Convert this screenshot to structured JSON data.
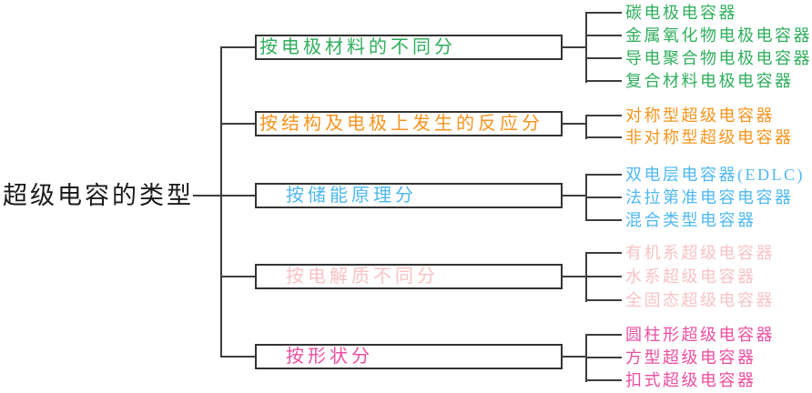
{
  "root": {
    "label": "超级电容的类型"
  },
  "branches": [
    {
      "label": "按电极材料的不同分",
      "color": "#2fae5c",
      "children": [
        "碳电极电容器",
        "金属氧化物电极电容器",
        "导电聚合物电极电容器",
        "复合材料电极电容器"
      ]
    },
    {
      "label": "按结构及电极上发生的反应分",
      "color": "#f7941e",
      "children": [
        "对称型超级电容器",
        "非对称型超级电容器"
      ]
    },
    {
      "label": "按储能原理分",
      "color": "#4fb8f0",
      "children": [
        "双电层电容器(EDLC)",
        "法拉第准电容电容器",
        "混合类型电容器"
      ]
    },
    {
      "label": "按电解质不同分",
      "color": "#f8c3c5",
      "children": [
        "有机系超级电容器",
        "水系超级电容器",
        "全固态超级电容器"
      ]
    },
    {
      "label": "按形状分",
      "color": "#eb4fa0",
      "children": [
        "圆柱形超级电容器",
        "方型超级电容器",
        "扣式超级电容器"
      ]
    }
  ],
  "colors": {
    "line": "#3d3d3d",
    "box_border": "#333333",
    "root_text": "#1a1a1a",
    "background": "#ffffff"
  }
}
